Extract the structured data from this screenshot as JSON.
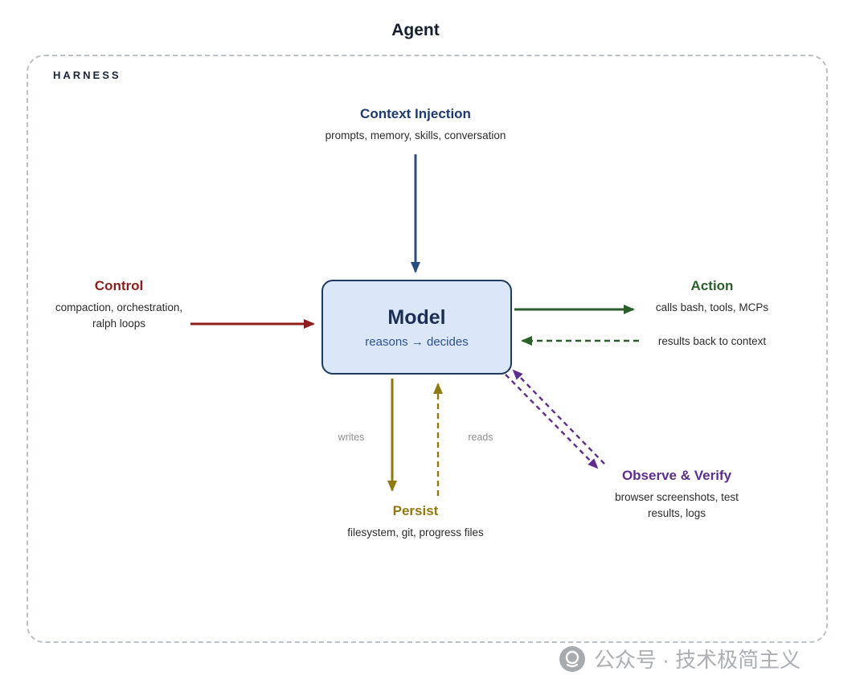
{
  "title": "Agent",
  "harness_label": "HARNESS",
  "colors": {
    "blue": "#2b4c7e",
    "navy": "#1e3a6e",
    "red": "#8f1d1d",
    "green": "#2d5f2d",
    "olive": "#8f7a12",
    "purple": "#5e2d8e",
    "model_fill": "#dbe7f8",
    "model_border": "#1e3a5f",
    "gray": "#8f8f8f"
  },
  "nodes": {
    "context": {
      "title": "Context Injection",
      "subtitle": "prompts, memory, skills, conversation"
    },
    "control": {
      "title": "Control",
      "subtitle_line1": "compaction, orchestration,",
      "subtitle_line2": "ralph loops"
    },
    "model": {
      "title": "Model",
      "subtitle": "reasons → decides"
    },
    "action": {
      "title": "Action",
      "subtitle": "calls bash, tools, MCPs",
      "return_label": "results back to context"
    },
    "persist": {
      "title": "Persist",
      "subtitle": "filesystem, git, progress files",
      "writes_label": "writes",
      "reads_label": "reads"
    },
    "observe": {
      "title": "Observe & Verify",
      "subtitle_line1": "browser screenshots, test",
      "subtitle_line2": "results, logs"
    }
  },
  "watermark": "公众号 · 技术极简主义"
}
